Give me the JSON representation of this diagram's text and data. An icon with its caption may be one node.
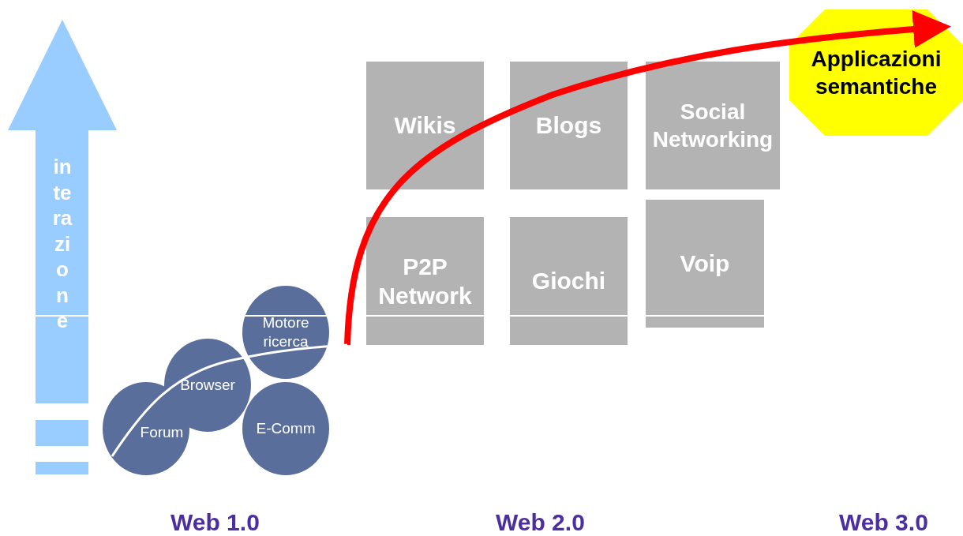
{
  "diagram": {
    "nodes": [
      {
        "text": [
          "interazione"
        ]
      },
      {
        "text": [
          "Forum"
        ]
      },
      {
        "text": [
          "Browser"
        ]
      },
      {
        "text": [
          "Motore ricerca"
        ]
      },
      {
        "text": [
          "E-Comm"
        ]
      },
      {
        "text": [
          "Wikis"
        ]
      },
      {
        "text": [
          "Blogs"
        ]
      },
      {
        "text": [
          "Social Networking"
        ]
      },
      {
        "text": [
          "P2P Network"
        ]
      },
      {
        "text": [
          "Giochi"
        ]
      },
      {
        "text": [
          "Voip"
        ]
      },
      {
        "text": [
          "Applicazioni semantiche"
        ]
      }
    ],
    "edges": [
      {
        "from": null,
        "to": 11,
        "arrow": "to",
        "style": "thick",
        "color": "#ff0000"
      },
      {
        "from": 1,
        "to": null,
        "arrow": "none",
        "color": "#ffffff"
      }
    ],
    "labels": [
      "Web 1.0",
      "Web 2.0",
      "Web 3.0"
    ]
  }
}
